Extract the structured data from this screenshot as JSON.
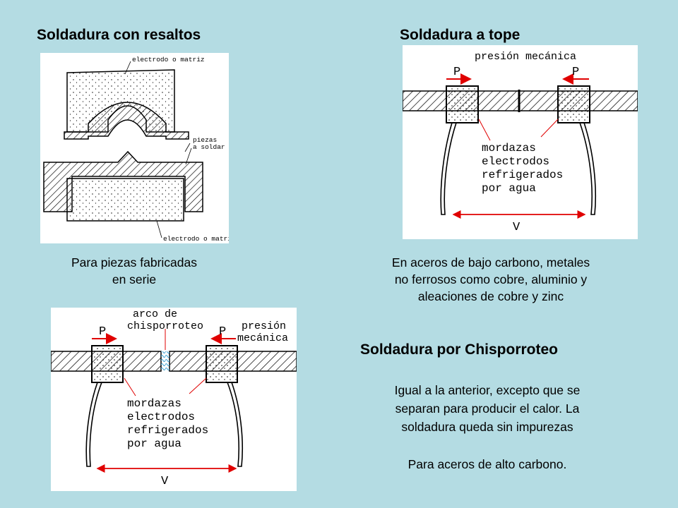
{
  "sections": {
    "resaltos": {
      "title": "Soldadura con resaltos",
      "caption_line1": "Para piezas fabricadas",
      "caption_line2": "en serie",
      "labels": {
        "top_electrode": "electrodo o matriz",
        "pieces_line1": "piezas",
        "pieces_line2": "a soldar",
        "bottom_electrode": "electrodo o matriz"
      }
    },
    "tope": {
      "title": "Soldadura a tope",
      "caption_line1": "En aceros de bajo carbono, metales",
      "caption_line2": "no ferrosos como cobre, aluminio y",
      "caption_line3": "aleaciones de cobre y zinc",
      "labels": {
        "pressure": "presión mecánica",
        "p_left": "P",
        "p_right": "P",
        "jaws_line1": "mordazas",
        "jaws_line2": "electrodos",
        "jaws_line3": "refrigerados",
        "jaws_line4": "por agua",
        "voltage": "V"
      }
    },
    "chisporroteo": {
      "title": "Soldadura por Chisporroteo",
      "caption_line1": "Igual a la anterior, excepto que se",
      "caption_line2": "separan para producir el calor. La",
      "caption_line3": "soldadura queda sin impurezas",
      "note": "Para aceros de alto carbono.",
      "labels": {
        "arc_line1": "arco de",
        "arc_line2": "chisporroteo",
        "pressure_line1": "presión",
        "pressure_line2": "mecánica",
        "p_left": "P",
        "p_right": "P",
        "jaws_line1": "mordazas",
        "jaws_line2": "electrodos",
        "jaws_line3": "refrigerados",
        "jaws_line4": "por agua",
        "voltage": "V"
      }
    }
  },
  "colors": {
    "background": "#b4dce3",
    "arrow": "#e00000",
    "arc": "#3aa0d0"
  }
}
